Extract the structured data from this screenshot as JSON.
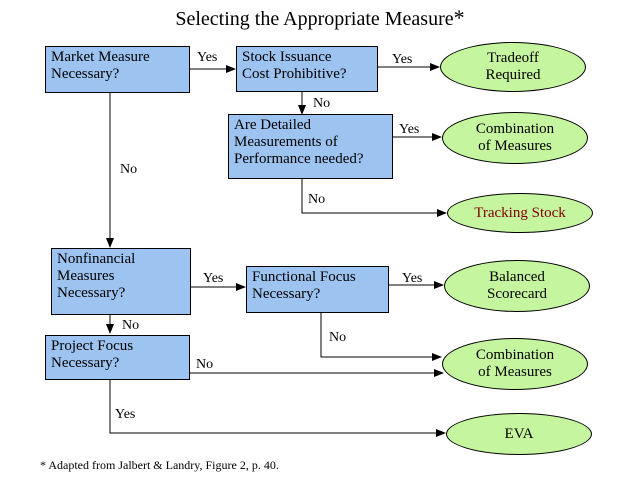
{
  "title": "Selecting the Appropriate Measure",
  "title_marker": "*",
  "boxes": {
    "market_measure": "Market Measure\nNecessary?",
    "stock_issuance": "Stock Issuance\nCost Prohibitive?",
    "detailed_measurements": "Are Detailed\nMeasurements of\nPerformance needed?",
    "nonfinancial": "Nonfinancial\nMeasures\nNecessary?",
    "functional_focus": "Functional Focus\nNecessary?",
    "project_focus": "Project Focus\nNecessary?"
  },
  "outcomes": {
    "tradeoff": "Tradeoff\nRequired",
    "combination_1": "Combination\nof Measures",
    "tracking_stock": "Tracking Stock",
    "balanced_scorecard": "Balanced\nScorecard",
    "combination_2": "Combination\nof Measures",
    "eva": "EVA"
  },
  "labels": {
    "yes_1": "Yes",
    "yes_2": "Yes",
    "no_1": "No",
    "yes_3": "Yes",
    "no_2": "No",
    "no_3": "No",
    "yes_4": "Yes",
    "yes_5": "Yes",
    "no_4": "No",
    "no_5": "No",
    "no_6": "No",
    "yes_6": "Yes"
  },
  "footnote": "* Adapted from Jalbert & Landry, Figure 2, p. 40.",
  "colors": {
    "decision_box": "#9dc3f0",
    "outcome_oval": "#c6f5a0",
    "tracking_stock_text": "#800000"
  }
}
